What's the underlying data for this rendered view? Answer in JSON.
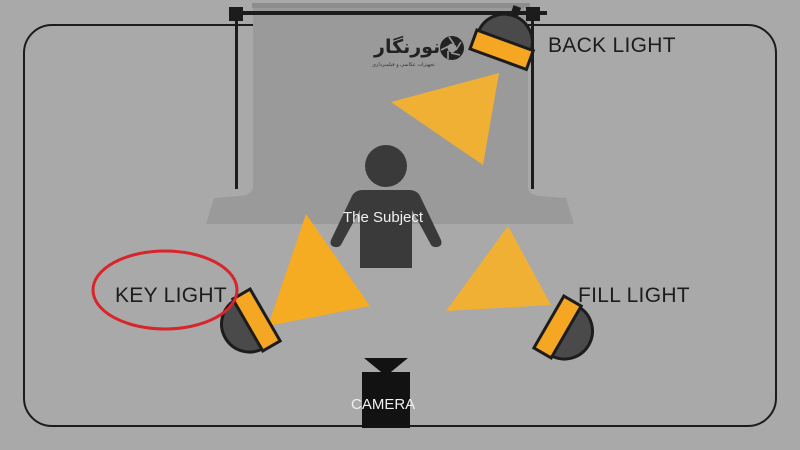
{
  "labels": {
    "back_light": "BACK LIGHT",
    "key_light": "KEY LIGHT",
    "fill_light": "FILL LIGHT",
    "subject": "The Subject",
    "camera": "CAMERA"
  },
  "logo": {
    "text": "نورنگار",
    "tagline": "تجهیزات عکاسی و فیلمبرداری"
  },
  "colors": {
    "background": "#a9a9a9",
    "backdrop": "#9a9a9a",
    "outline": "#1c1c1c",
    "light_beam": "#f2ad33",
    "lamp_body": "#4a4a4a",
    "lamp_rim": "#f5a623",
    "subject": "#3a3a3a",
    "highlight_circle": "#d8252b"
  },
  "icons": [
    "back-light-lamp-icon",
    "key-light-lamp-icon",
    "fill-light-lamp-icon",
    "subject-person-icon",
    "camera-icon",
    "aperture-logo-icon"
  ]
}
